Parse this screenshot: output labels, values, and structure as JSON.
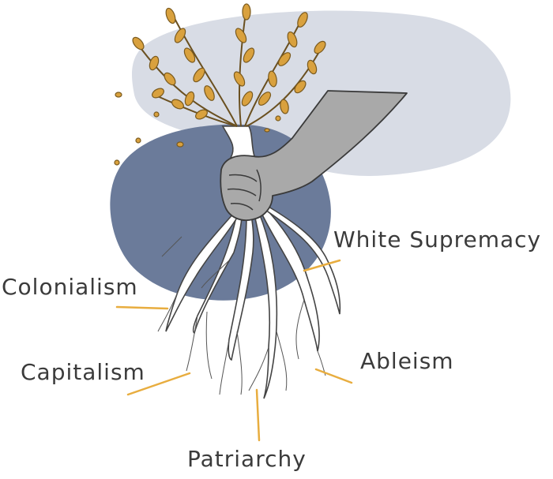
{
  "colors": {
    "back_blob": "#d8dce5",
    "front_blob": "#6b7b9a",
    "leaves": "#d9a13e",
    "leaf_outline": "#7a5a1e",
    "hand": "#a9a9a9",
    "roots": "#ffffff",
    "root_outline": "#444444",
    "connector": "#e8ad3f",
    "text": "#3b3b3b"
  },
  "labels": {
    "white_supremacy": "White Supremacy",
    "colonialism": "Colonialism",
    "capitalism": "Capitalism",
    "ableism": "Ableism",
    "patriarchy": "Patriarchy"
  }
}
